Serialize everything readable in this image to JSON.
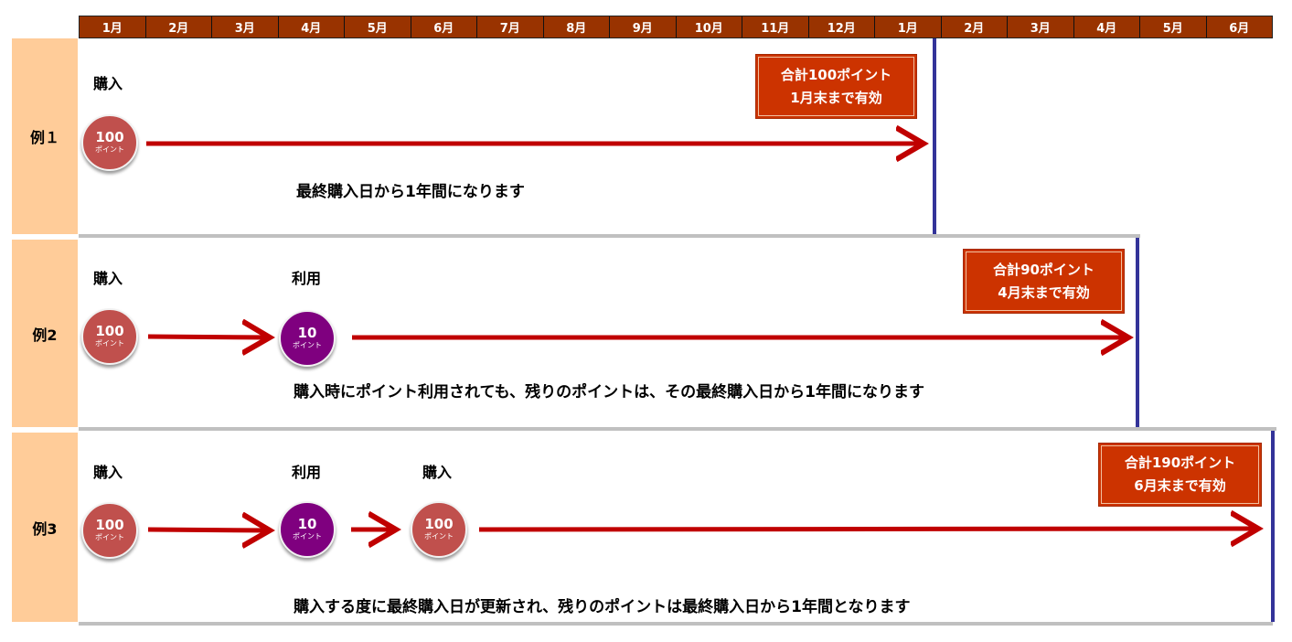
{
  "months": [
    "1月",
    "2月",
    "3月",
    "4月",
    "5月",
    "6月",
    "7月",
    "8月",
    "9月",
    "10月",
    "11月",
    "12月",
    "1月",
    "2月",
    "3月",
    "4月",
    "5月",
    "6月"
  ],
  "coin_unit": "ポイント",
  "examples": [
    {
      "label": "例１",
      "events": [
        "購入"
      ],
      "coins": [
        {
          "value": "100"
        }
      ],
      "badge": {
        "line1": "合計100ポイント",
        "line2": "1月末まで有効"
      },
      "description": "最終購入日から1年間になります"
    },
    {
      "label": "例2",
      "events": [
        "購入",
        "利用"
      ],
      "coins": [
        {
          "value": "100"
        },
        {
          "value": "10"
        }
      ],
      "badge": {
        "line1": "合計90ポイント",
        "line2": "4月末まで有効"
      },
      "description": "購入時にポイント利用されても、残りのポイントは、その最終購入日から1年間になります"
    },
    {
      "label": "例3",
      "events": [
        "購入",
        "利用",
        "購入"
      ],
      "coins": [
        {
          "value": "100"
        },
        {
          "value": "10"
        },
        {
          "value": "100"
        }
      ],
      "badge": {
        "line1": "合計190ポイント",
        "line2": "6月末まで有効"
      },
      "description": "購入する度に最終購入日が更新され、残りのポイントは最終購入日から1年間となります"
    }
  ],
  "colors": {
    "month_bar": "#993300",
    "label_bg": "#ffcc99",
    "arrow": "#c00000",
    "coin_purchase": "#c0504d",
    "coin_use": "#7f007f",
    "badge": "#cc3300",
    "expiry_line": "#333399"
  }
}
